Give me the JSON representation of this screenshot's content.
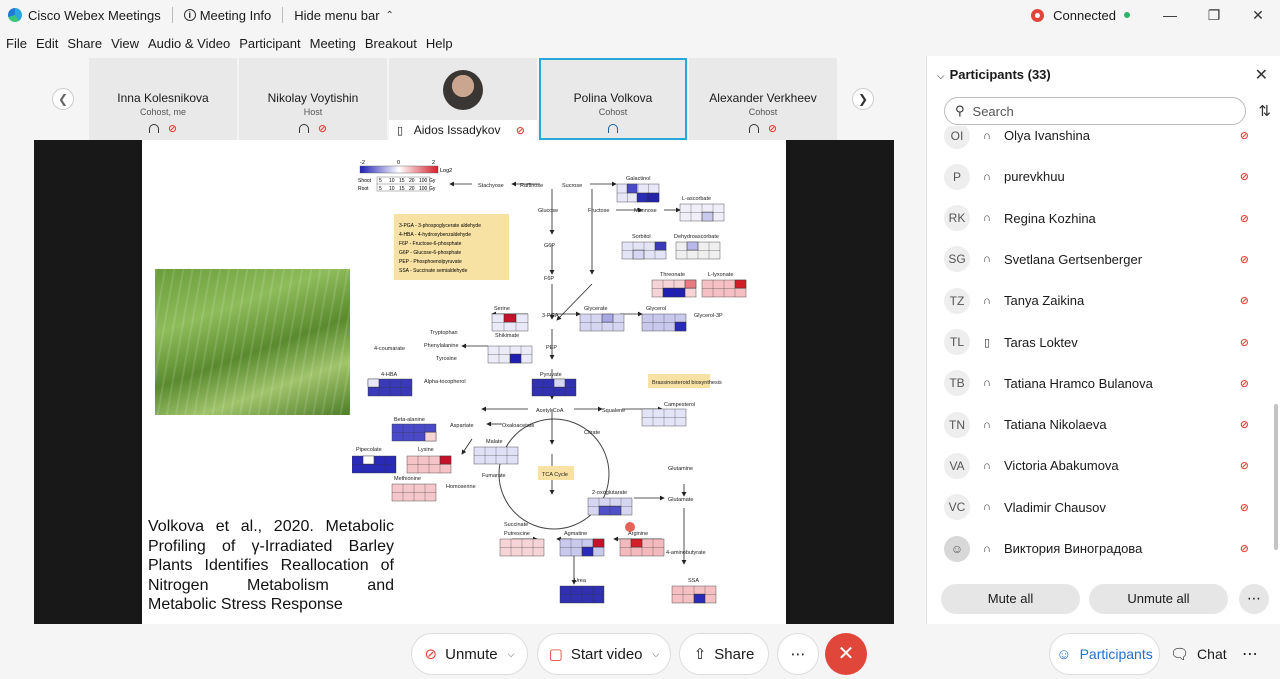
{
  "titlebar": {
    "app_title": "Cisco Webex Meetings",
    "meeting_info": "Meeting Info",
    "hide_menu": "Hide menu bar",
    "status": "Connected"
  },
  "menu": [
    "File",
    "Edit",
    "Share",
    "View",
    "Audio & Video",
    "Participant",
    "Meeting",
    "Breakout",
    "Help"
  ],
  "strip": {
    "tiles": [
      {
        "name": "Inna Kolesnikova",
        "role": "Cohost, me"
      },
      {
        "name": "Nikolay Voytishin",
        "role": "Host"
      },
      {
        "name": "Aidos Issadykov",
        "role": ""
      },
      {
        "name": "Polina Volkova",
        "role": "Cohost"
      },
      {
        "name": "Alexander Verkheev",
        "role": "Cohost"
      }
    ]
  },
  "slide": {
    "citation": "Volkova et al., 2020. Metabolic Profiling of γ-Irradiated Barley Plants Identifies Reallocation of Nitrogen Metabolism and Metabolic Stress Response",
    "legend": {
      "min": "-2",
      "mid": "0",
      "max": "2",
      "scale": "Log2",
      "shoot": "Shoot",
      "root": "Root",
      "doses": [
        "5",
        "10",
        "15",
        "20",
        "100"
      ],
      "unit": "Gy"
    },
    "abbrev": [
      "3-PGA - 3-phospoglycerate aldehyde",
      "4-HBA - 4-hydroxybenzaldehyde",
      "F6P - Fructose-6-phosphate",
      "G6P - Glucose-6-phosphate",
      "PEP - Phosphoenolpyruvate",
      "SSA - Succinate semialdehyde"
    ],
    "nodes": {
      "galactinol": "Galactinol",
      "stachyose": "Stachyose",
      "raffinose": "Raffinose",
      "sucrose": "Sucrose",
      "glucose": "Glucose",
      "fructose": "Fructose",
      "mannose": "Mannose",
      "lascorbate": "L-ascorbate",
      "sorbitol": "Sorbitol",
      "dehydroascorbate": "Dehydroascorbate",
      "threonate": "Threonate",
      "llyxonate": "L-lyxonate",
      "g6p": "G6P",
      "f6p": "F6P",
      "serine": "Serine",
      "glycerate": "Glycerate",
      "glycerol": "Glycerol",
      "glycerol3p": "Glycerol-3P",
      "pga": "3-PGA",
      "tryptophan": "Tryptophan",
      "phenylalanine": "Phenylalanine",
      "shikimate": "Shikimate",
      "coumarate": "4-coumarate",
      "tyrosine": "Tyrosine",
      "hba": "4-HBA",
      "tocopherol": "Alpha-tocopherol",
      "pep": "PEP",
      "pyruvate": "Pyruvate",
      "brassino": "Brassinosteroid biosynthesis",
      "acetylcoa": "Acetyl-CoA",
      "squalene": "Squalene",
      "campesterol": "Campesterol",
      "betaalanine": "Beta-alanine",
      "aspartate": "Aspartate",
      "oxaloacetate": "Oxaloacetate",
      "citrate": "Citrate",
      "malate": "Malate",
      "pipecolate": "Pipecolate",
      "lysine": "Lysine",
      "fumarate": "Fumarate",
      "tca": "TCA Cycle",
      "methionine": "Methionine",
      "homoserine": "Homoserine",
      "glutamine": "Glutamine",
      "oxoglutarate": "2-oxoglutarate",
      "glutamate": "Glutamate",
      "succinate": "Succinate",
      "putrescine": "Putrescine",
      "agmatine": "Agmatine",
      "arginine": "Arginine",
      "aminobutyrate": "4-aminobutyrate",
      "urea": "Urea",
      "ssa": "SSA"
    }
  },
  "toolbar": {
    "unmute": "Unmute",
    "start_video": "Start video",
    "share": "Share",
    "participants": "Participants",
    "chat": "Chat"
  },
  "panel": {
    "title": "Participants (33)",
    "search_placeholder": "Search",
    "participants": [
      {
        "initials": "OI",
        "name": "Olya Ivanshina",
        "device": "headset"
      },
      {
        "initials": "P",
        "name": "purevkhuu",
        "device": "headset"
      },
      {
        "initials": "RK",
        "name": "Regina Kozhina",
        "device": "headset"
      },
      {
        "initials": "SG",
        "name": "Svetlana Gertsenberger",
        "device": "headset"
      },
      {
        "initials": "TZ",
        "name": "Tanya Zaikina",
        "device": "headset"
      },
      {
        "initials": "TL",
        "name": "Taras Loktev",
        "device": "mobile"
      },
      {
        "initials": "TB",
        "name": "Tatiana Hramco Bulanova",
        "device": "headset"
      },
      {
        "initials": "TN",
        "name": "Tatiana Nikolaeva",
        "device": "headset"
      },
      {
        "initials": "VA",
        "name": "Victoria Abakumova",
        "device": "headset"
      },
      {
        "initials": "VC",
        "name": "Vladimir Chausov",
        "device": "headset"
      },
      {
        "initials": "",
        "name": "Виктория Виноградова",
        "device": "headset"
      }
    ],
    "mute_all": "Mute all",
    "unmute_all": "Unmute all"
  },
  "colors": {
    "accent": "#27a8d6",
    "end_call": "#e0473a",
    "connected": "#2db36a",
    "participants_active": "#1f6fd6"
  }
}
